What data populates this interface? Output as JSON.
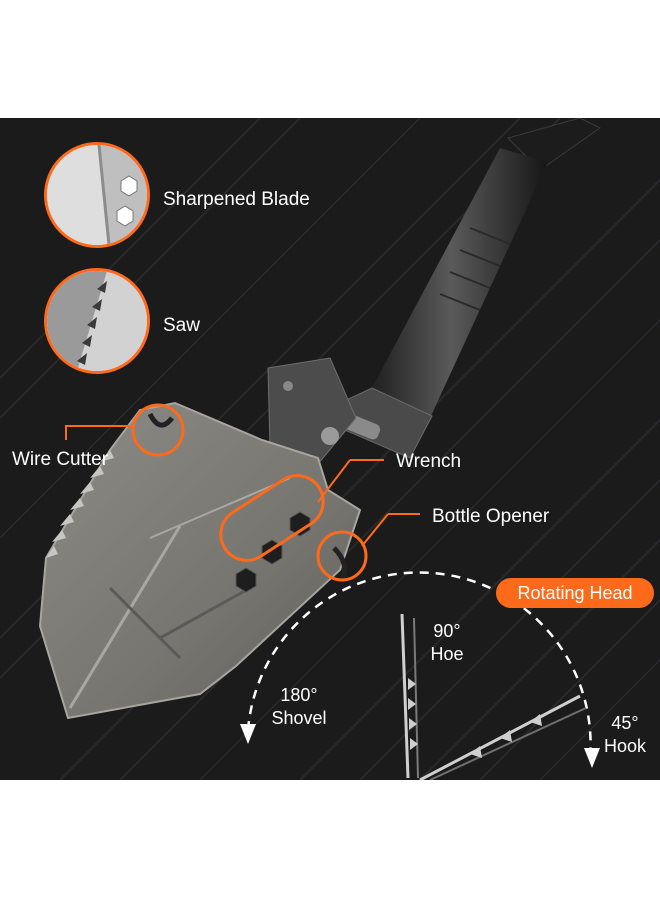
{
  "labels": {
    "sharpened_blade": "Sharpened Blade",
    "saw": "Saw",
    "wire_cutter": "Wire Cutter",
    "wrench": "Wrench",
    "bottle_opener": "Bottle Opener",
    "rotating_head": "Rotating Head",
    "hoe_angle": "90°",
    "hoe": "Hoe",
    "shovel_angle": "180°",
    "shovel": "Shovel",
    "hook_angle": "45°",
    "hook": "Hook"
  },
  "colors": {
    "accent": "#ff6a1a",
    "background": "#1b1b1c",
    "blade": "#7e7c78",
    "text": "#ffffff"
  }
}
